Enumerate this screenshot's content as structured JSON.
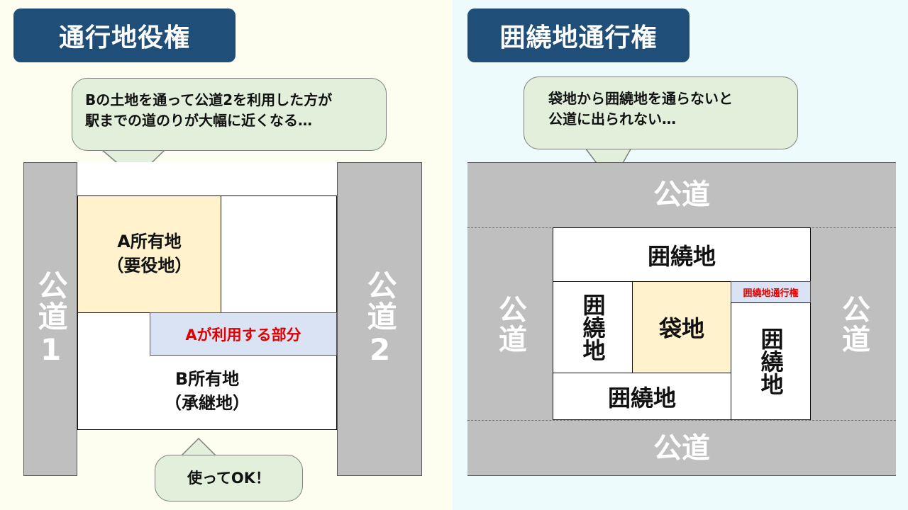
{
  "left": {
    "title": "通行地役権",
    "bubble_top": {
      "line1": "Bの土地を通って公道2を利用した方が",
      "line2": "駅までの道のりが大幅に近くなる…"
    },
    "road1": "公道1",
    "road2": "公道2",
    "lot_a": {
      "line1": "A所有地",
      "line2": "（要役地）"
    },
    "used_part": "Aが利用する部分",
    "lot_b": {
      "line1": "B所有地",
      "line2": "（承継地）"
    },
    "bubble_bottom": "使ってOK！"
  },
  "right": {
    "title": "囲繞地通行権",
    "bubble": {
      "line1": "袋地から囲繞地を通らないと",
      "line2": "公道に出られない…"
    },
    "road_top": "公道",
    "road_bottom": "公道",
    "road_left": "公道",
    "road_right": "公道",
    "surrounding_top": "囲繞地",
    "surrounding_left": "囲繞地",
    "enclosed": "袋地",
    "surrounding_bottom": "囲繞地",
    "right_of_way": "囲繞地通行権",
    "surrounding_right": "囲繞地"
  },
  "colors": {
    "title_bg": "#1f4e79",
    "bubble": "#e2efda",
    "road": "#bfbfbf",
    "dominant": "#fff2cc",
    "easement": "#dae3f3",
    "red": "#e00000"
  }
}
